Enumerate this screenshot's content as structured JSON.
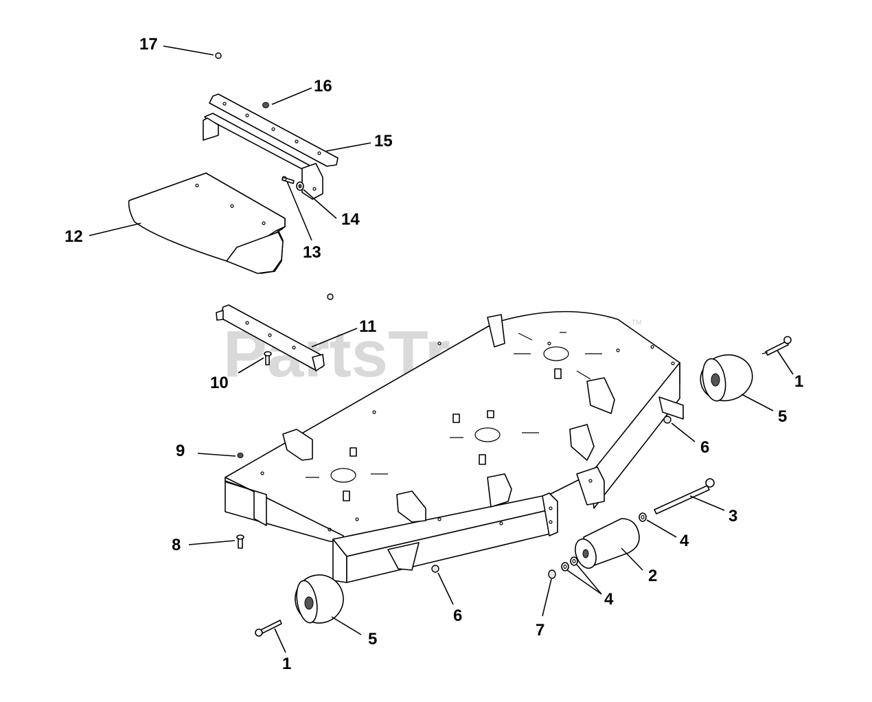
{
  "watermark": {
    "text": "PartsTree",
    "trademark": "™"
  },
  "callouts": [
    {
      "id": "c17",
      "label": "17"
    },
    {
      "id": "c16",
      "label": "16"
    },
    {
      "id": "c15",
      "label": "15"
    },
    {
      "id": "c12",
      "label": "12"
    },
    {
      "id": "c14",
      "label": "14"
    },
    {
      "id": "c13",
      "label": "13"
    },
    {
      "id": "c11",
      "label": "11"
    },
    {
      "id": "c10",
      "label": "10"
    },
    {
      "id": "c1a",
      "label": "1"
    },
    {
      "id": "c5a",
      "label": "5"
    },
    {
      "id": "c6a",
      "label": "6"
    },
    {
      "id": "c9",
      "label": "9"
    },
    {
      "id": "c3",
      "label": "3"
    },
    {
      "id": "c4a",
      "label": "4"
    },
    {
      "id": "c8",
      "label": "8"
    },
    {
      "id": "c2",
      "label": "2"
    },
    {
      "id": "c4b",
      "label": "4"
    },
    {
      "id": "c6b",
      "label": "6"
    },
    {
      "id": "c7",
      "label": "7"
    },
    {
      "id": "c5b",
      "label": "5"
    },
    {
      "id": "c1b",
      "label": "1"
    }
  ]
}
